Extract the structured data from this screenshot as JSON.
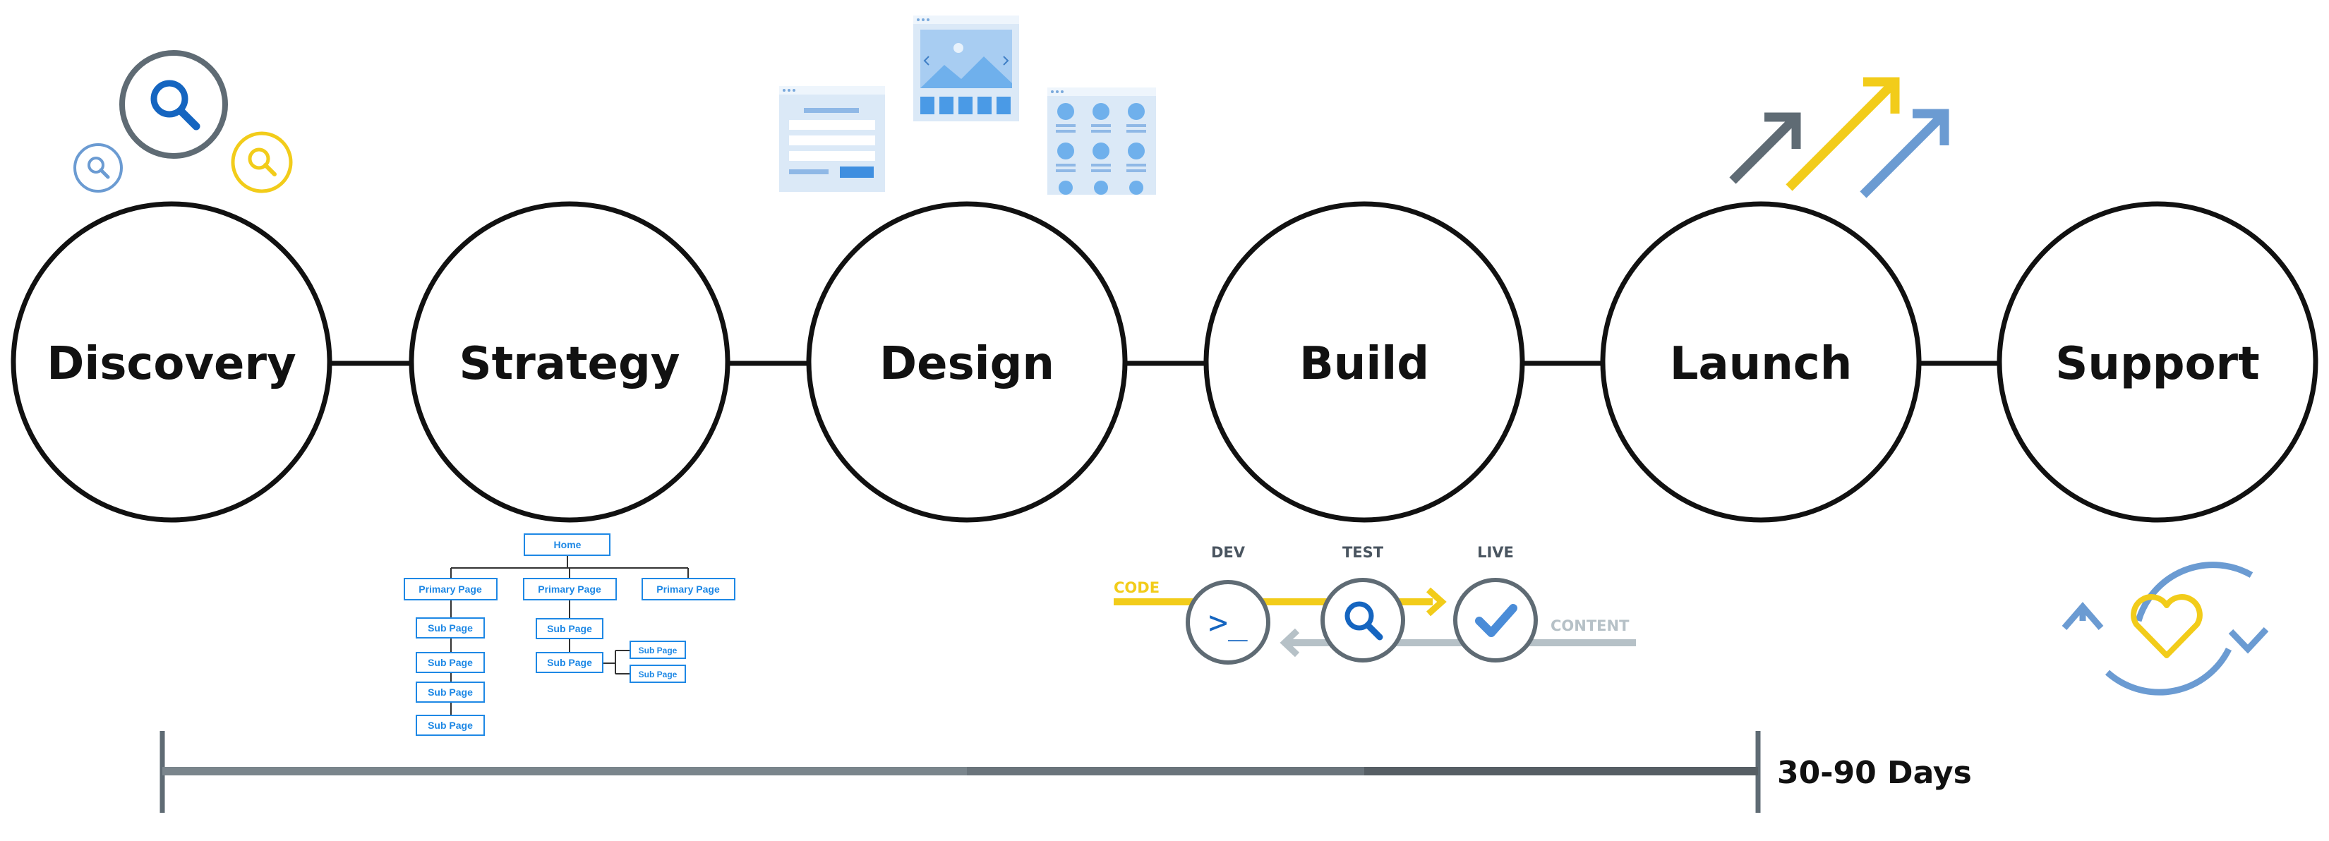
{
  "stages": [
    {
      "label": "Discovery"
    },
    {
      "label": "Strategy"
    },
    {
      "label": "Design"
    },
    {
      "label": "Build"
    },
    {
      "label": "Launch"
    },
    {
      "label": "Support"
    }
  ],
  "sitemap": {
    "home": "Home",
    "primary": [
      "Primary Page",
      "Primary Page",
      "Primary Page"
    ],
    "sub_left": [
      "Sub Page",
      "Sub Page",
      "Sub Page",
      "Sub Page"
    ],
    "sub_mid": [
      "Sub Page",
      "Sub Page"
    ],
    "sub_right": [
      "Sub Page",
      "Sub Page"
    ]
  },
  "pipeline": {
    "code": "CODE",
    "dev": "DEV",
    "test": "TEST",
    "live": "LIVE",
    "content": "CONTENT",
    "prompt": ">_"
  },
  "timeline": {
    "label": "30-90 Days"
  },
  "colors": {
    "yellow": "#f2cc1a",
    "blue": "#6b9bd2",
    "navy": "#1565c0",
    "slate": "#5f6b74",
    "gray": "#b6c1c7",
    "black": "#111111"
  }
}
